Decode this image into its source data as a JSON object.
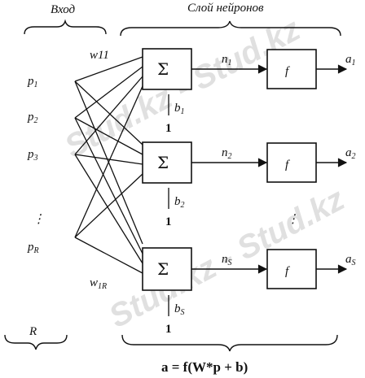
{
  "header": {
    "input_label": "Вход",
    "layer_label": "Слой нейронов"
  },
  "inputs": {
    "p1": {
      "base": "p",
      "sub": "1"
    },
    "p2": {
      "base": "p",
      "sub": "2"
    },
    "p3": {
      "base": "p",
      "sub": "3"
    },
    "vdots": "⋮",
    "pR": {
      "base": "p",
      "sub": "R"
    },
    "R_label": "R"
  },
  "weights": {
    "w11": "w11",
    "w1R": {
      "base": "w",
      "sub": "1R"
    }
  },
  "neurons": [
    {
      "sum": "Σ",
      "n": {
        "base": "n",
        "sub": "1"
      },
      "f": "f",
      "a": {
        "base": "a",
        "sub": "1"
      },
      "b": {
        "base": "b",
        "sub": "1"
      },
      "one": "1"
    },
    {
      "sum": "Σ",
      "n": {
        "base": "n",
        "sub": "2"
      },
      "f": "f",
      "a": {
        "base": "a",
        "sub": "2"
      },
      "b": {
        "base": "b",
        "sub": "2"
      },
      "one": "1"
    },
    {
      "sum": "Σ",
      "n": {
        "base": "n",
        "sub": "S"
      },
      "f": "f",
      "a": {
        "base": "a",
        "sub": "S"
      },
      "b": {
        "base": "b",
        "sub": "S"
      },
      "one": "1"
    }
  ],
  "middle_vdots": "⋮",
  "formula": "a = f(W*p + b)",
  "watermark": "Stud.kz - Stud.kz"
}
